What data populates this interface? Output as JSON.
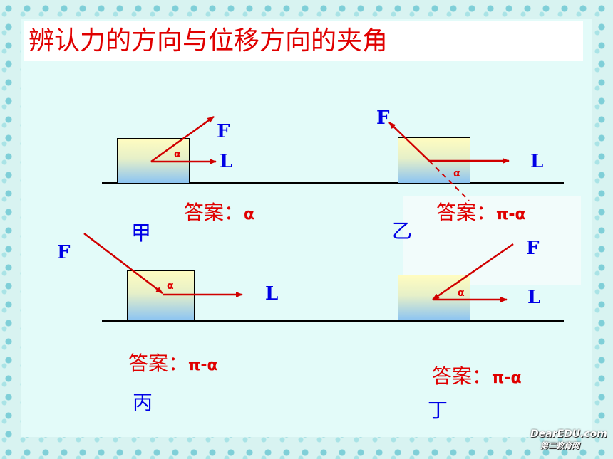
{
  "title": "辨认力的方向与位移方向的夹角",
  "labels": {
    "force": "F",
    "displacement": "L",
    "angle": "α"
  },
  "panels": [
    {
      "id": "jia",
      "name": "甲",
      "answer_prefix": "答案：",
      "answer_value": "α"
    },
    {
      "id": "yi",
      "name": "乙",
      "answer_prefix": "答案：",
      "answer_value": "π-α"
    },
    {
      "id": "bing",
      "name": "丙",
      "answer_prefix": "答案：",
      "answer_value": "π-α"
    },
    {
      "id": "ding",
      "name": "丁",
      "answer_prefix": "答案：",
      "answer_value": "π-α"
    }
  ],
  "logo": {
    "line1": "DearEDU.com",
    "line2": "第二教育网"
  },
  "colors": {
    "title": "#e00000",
    "arrow": "#d00000",
    "label": "#0000e6"
  }
}
